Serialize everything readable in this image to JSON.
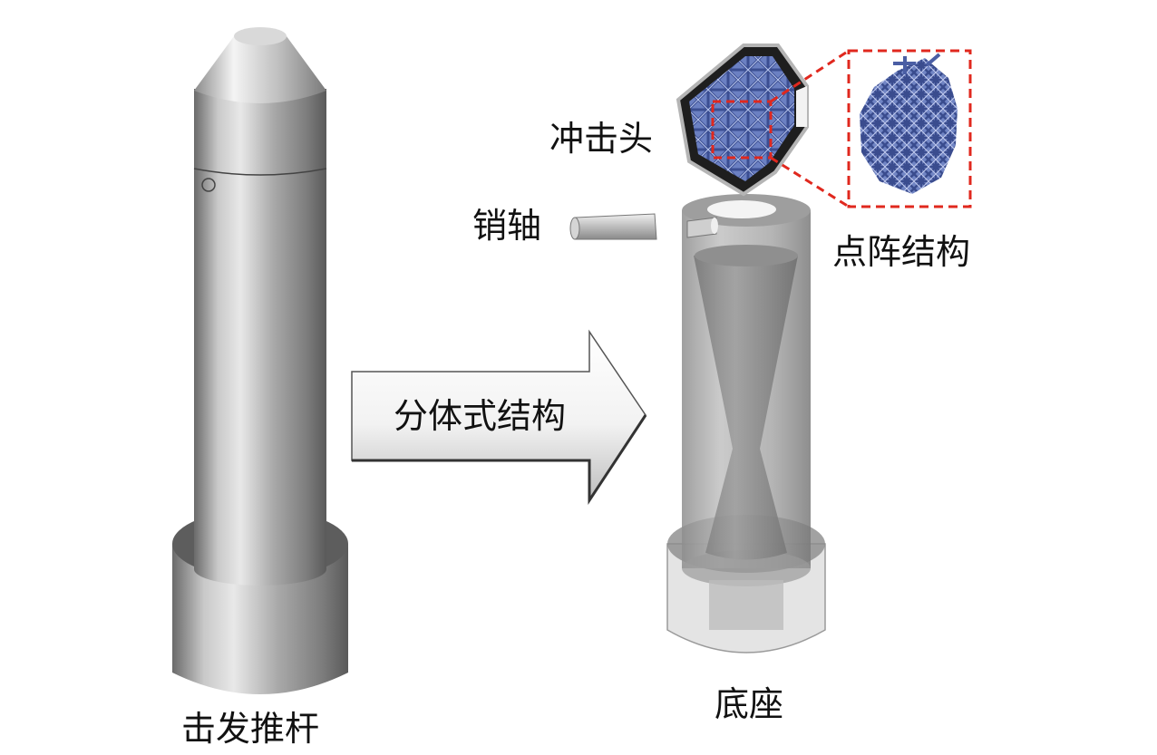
{
  "labels": {
    "firing_rod": "击发推杆",
    "base": "底座",
    "impact_head": "冲击头",
    "pin": "销轴",
    "lattice": "点阵结构",
    "arrow": "分体式结构"
  },
  "colors": {
    "metal_light": "#e6e6e6",
    "metal_mid": "#a8a8a8",
    "metal_dark": "#5c5c5c",
    "lattice_blue": "#5a6fb0",
    "callout_red": "#e0281e"
  }
}
